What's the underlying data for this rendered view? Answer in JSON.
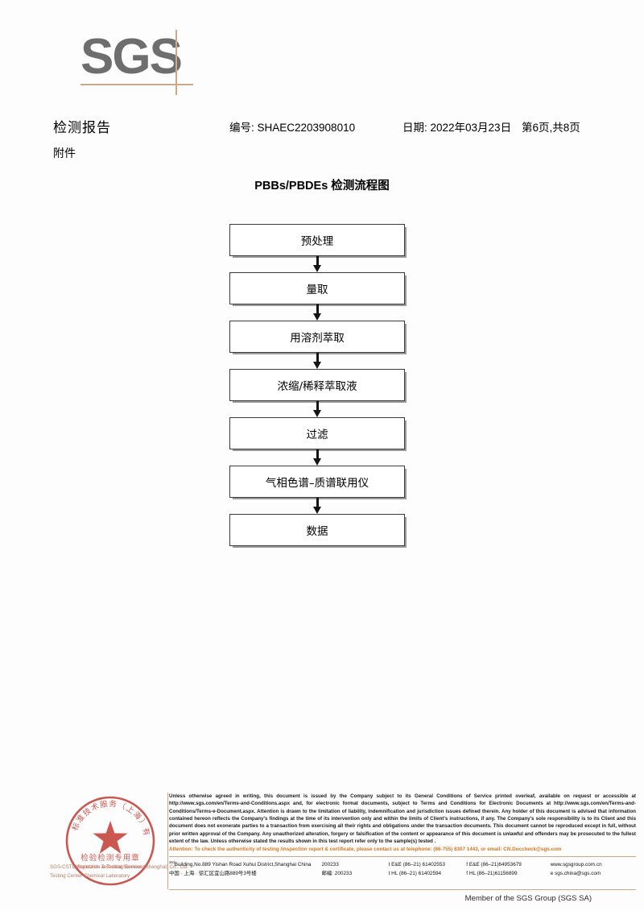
{
  "logo": {
    "text": "SGS",
    "line_color": "#c9a987",
    "text_color": "#6e6e6e"
  },
  "header": {
    "title": "检测报告",
    "subtitle": "附件",
    "report_no": "编号: SHAEC2203908010",
    "date": "日期: 2022年03月23日",
    "page": "第6页,共8页"
  },
  "flow": {
    "title": "PBBs/PBDEs 检测流程图",
    "nodes": [
      {
        "label": "预处理"
      },
      {
        "label": "量取"
      },
      {
        "label": "用溶剂萃取"
      },
      {
        "label": "浓缩/稀释萃取液"
      },
      {
        "label": "过滤"
      },
      {
        "label": "气相色谱–质谱联用仪"
      },
      {
        "label": "数据"
      }
    ]
  },
  "stamp": {
    "color": "#c0352b",
    "chinese_label": "检验检测专用章",
    "english_label": "Inspection & Testing Services",
    "arc_top": "标准技术服务（上海）有限公司",
    "caption_line1": "SGS-CSTC Standards Technical Services (Shanghai) Co., Ltd.",
    "caption_line2": "Testing Center-Chemical Laboratory"
  },
  "footer": {
    "legal": "Unless otherwise agreed in writing, this document is issued by the Company subject to its General Conditions of Service printed overleaf, available on request or accessible at http://www.sgs.com/en/Terms-and-Conditions.aspx and, for electronic format documents, subject to Terms and Conditions for Electronic Documents at http://www.sgs.com/en/Terms-and-Conditions/Terms-e-Document.aspx. Attention is drawn to the limitation of liability, indemnification and jurisdiction issues defined therein. Any holder of this document is advised that information contained hereon reflects the Company's findings at the time of its intervention only and within the limits of Client's instructions, if any. The Company's sole responsibility is to its Client and this document does not exonerate parties to a transaction from exercising all their rights and obligations under the transaction documents. This document cannot be reproduced except in full, without prior written approval of the Company. Any unauthorized alteration, forgery or falsification of the content or appearance of this document is unlawful and offenders may be prosecuted to the fullest extent of the law. Unless otherwise stated the results shown in this test report refer only to the sample(s) tested .",
    "attention": "Attention: To check the authenticity of testing /inspection report & certificate, please contact us at telephone: (86-755) 8307 1443, or email: CN.Doccheck@sgs.com",
    "attention_color": "#d4761f",
    "address_en": "Building,No.889 Yishan Road Xuhui District,Shanghai China",
    "address_en_prefix": "3",
    "address_en_sup": "rd",
    "address_cn": "中国 · 上海 · 徐汇区宜山路889号3号楼",
    "zip_en": "200233",
    "zip_cn": "邮编: 200233",
    "tel_row1_a": "t E&E (86–21) 61402553",
    "tel_row1_b": "f E&E (86–21)64953679",
    "tel_row2_a": "t HL (86–21) 61402594",
    "tel_row2_b": "f HL (86–21)61156899",
    "web": "www.sgsgroup.com.cn",
    "email": "e  sgs.china@sgs.com",
    "member": "Member of the SGS Group (SGS SA)"
  }
}
